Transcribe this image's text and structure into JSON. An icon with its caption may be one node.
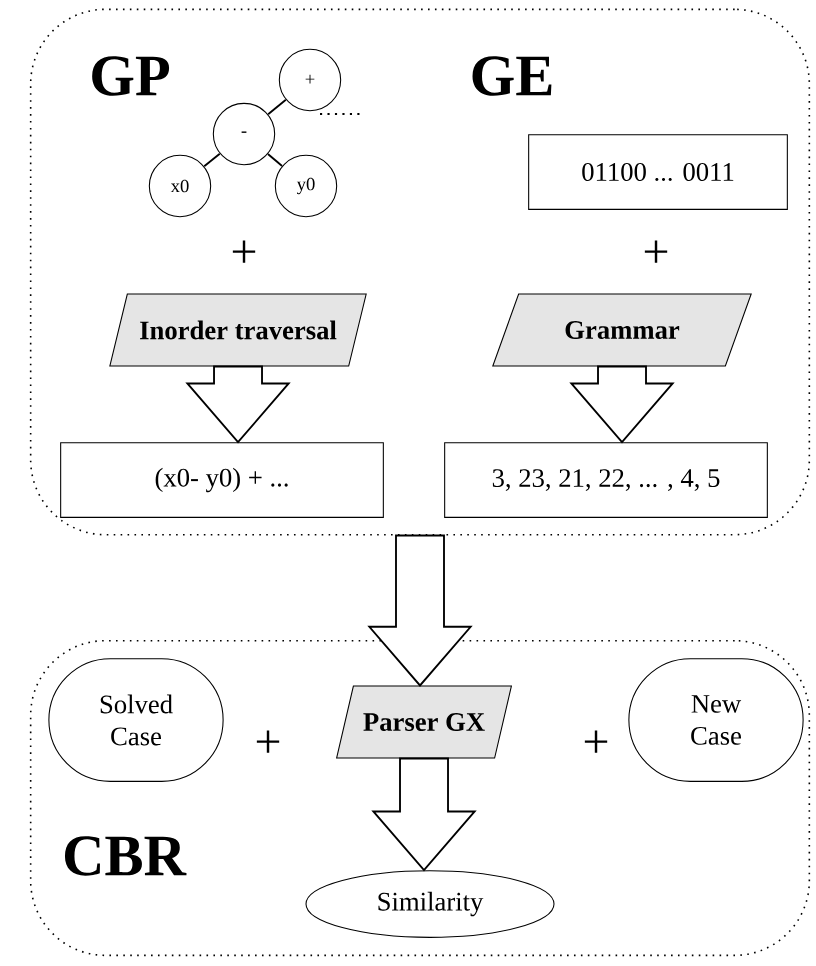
{
  "diagram": {
    "nodes": [
      {
        "text": [
          "GP",
          "GE"
        ]
      },
      {
        "text": [
          "+"
        ],
        "in": 0
      },
      {
        "text": [
          "-"
        ],
        "in": 0
      },
      {
        "text": [
          "x0"
        ],
        "in": 0
      },
      {
        "text": [
          "y0"
        ],
        "in": 0
      },
      {
        "text": [
          "01100 ... 0011"
        ],
        "in": 0
      },
      {
        "text": [
          "Inorder  traversal"
        ],
        "in": 0
      },
      {
        "text": [
          "Grammar"
        ],
        "in": 0
      },
      {
        "text": [
          "(x0- y0) + ..."
        ],
        "in": 0
      },
      {
        "text": [
          "3, 23, 21, 22, ... , 4, 5"
        ],
        "in": 0
      },
      {
        "text": [
          "CBR"
        ]
      },
      {
        "text": [
          "Solved Case"
        ],
        "in": 10
      },
      {
        "text": [
          "Parser  GX"
        ],
        "in": 10
      },
      {
        "text": [
          "New Case"
        ],
        "in": 10
      },
      {
        "text": [
          "Similarity"
        ],
        "in": 10
      }
    ],
    "edges": [
      {
        "from": 2,
        "to": 1,
        "arrow": "none"
      },
      {
        "from": 3,
        "to": 2,
        "arrow": "none"
      },
      {
        "from": 4,
        "to": 2,
        "arrow": "none"
      },
      {
        "from": 6,
        "to": 8,
        "arrow": "to"
      },
      {
        "from": 7,
        "to": 9,
        "arrow": "to"
      },
      {
        "from": 0,
        "to": 12,
        "arrow": "to"
      },
      {
        "from": 12,
        "to": 14,
        "arrow": "to"
      }
    ],
    "labels": [
      "+",
      "+",
      "+",
      "+"
    ]
  }
}
